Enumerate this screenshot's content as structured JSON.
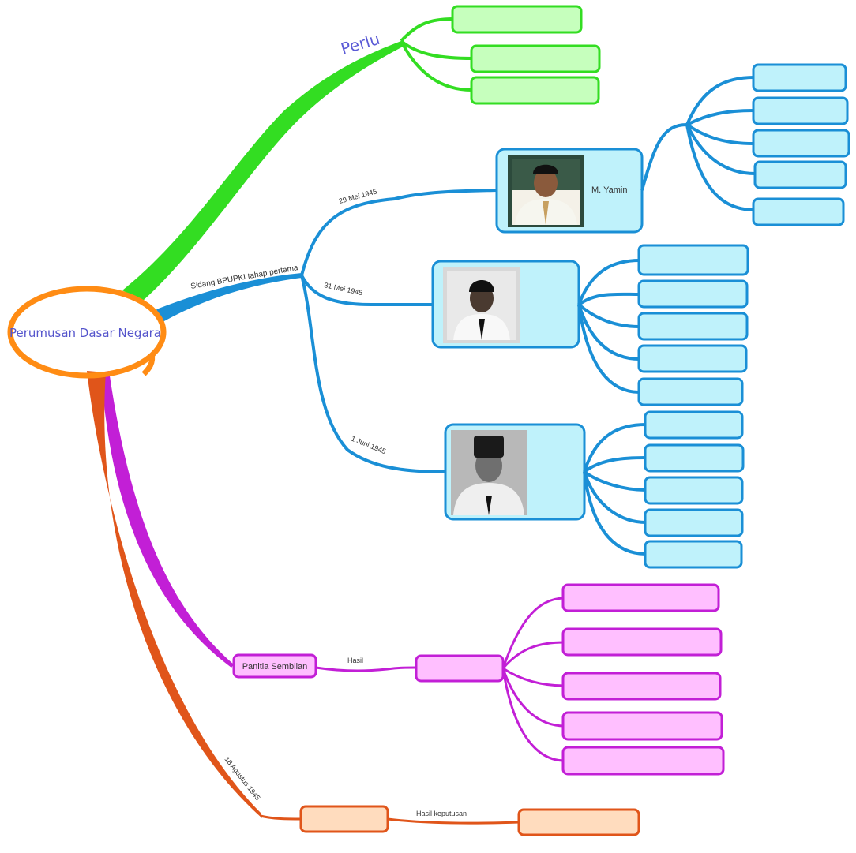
{
  "central_topic": {
    "label": "Perumusan Dasar Negara"
  },
  "branches": {
    "perlu": {
      "label": "Perlu",
      "color": "#33dd22"
    },
    "bpupki": {
      "label": "Sidang BPUPKI tahap pertama",
      "color": "#1a8fd6",
      "sessions": [
        {
          "date": "29 Mei 1945",
          "speaker": "M. Yamin",
          "photo": "portrait-m-yamin"
        },
        {
          "date": "31 Mei 1945",
          "speaker": "",
          "photo": "portrait-supomo"
        },
        {
          "date": "1 Juni 1945",
          "speaker": "",
          "photo": "portrait-soekarno"
        }
      ]
    },
    "panitia": {
      "label": "Panitia Sembilan",
      "result_label": "Hasil",
      "color": "#c21fd6"
    },
    "agustus": {
      "date": "18 Agustus 1945",
      "result_label": "Hasil keputusan",
      "color": "#e0551a"
    }
  },
  "colors": {
    "green_fill": "#c6ffbd",
    "blue_fill": "#bff2fb",
    "magenta_fill": "#ffbfff",
    "orange_fill": "#ffdcbe",
    "central_ring": "#ff8c14"
  }
}
